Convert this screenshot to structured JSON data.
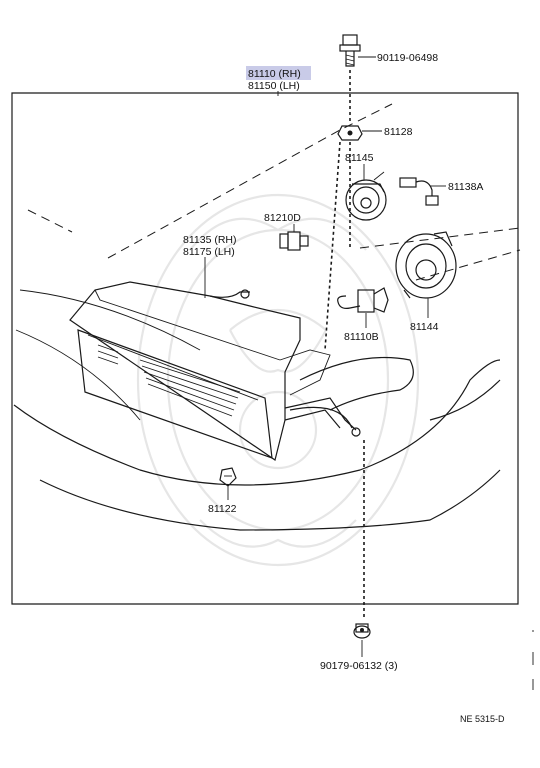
{
  "diagram": {
    "highlight_color": "#c9cbe8",
    "callouts": {
      "headlamp_assy_rh": "81110 (RH)",
      "headlamp_assy_lh": "81150 (LH)",
      "screw_top": "90119-06498",
      "nut_81128": "81128",
      "socket_81145": "81145",
      "wire_81138a": "81138A",
      "bulb_81210d": "81210D",
      "unit_rh": "81135 (RH)",
      "unit_lh": "81175 (LH)",
      "bulb_81110b": "81110B",
      "cover_81144": "81144",
      "clip_81122": "81122",
      "bolt_bottom": "90179-06132 (3)"
    },
    "figure_code": "NE 5315-D"
  }
}
